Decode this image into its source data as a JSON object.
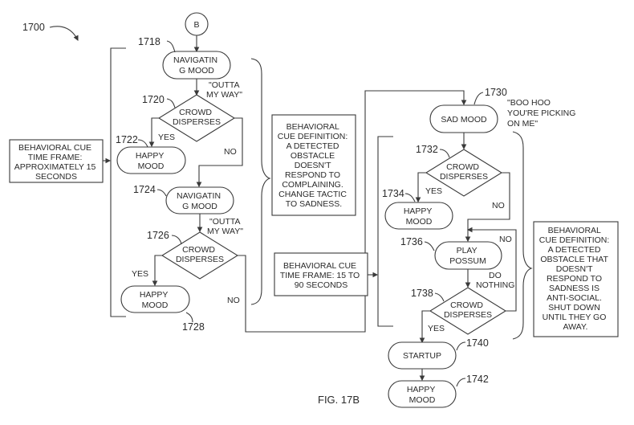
{
  "figure": {
    "label": "FIG. 17B",
    "ref_number": "1700"
  },
  "connector": {
    "label": "B"
  },
  "nodes": {
    "n1718": {
      "ref": "1718",
      "lines": [
        "NAVIGATIN",
        "G MOOD"
      ]
    },
    "n1720": {
      "ref": "1720",
      "lines": [
        "CROWD",
        "DISPERSES"
      ],
      "quote": [
        "\"OUTTA",
        "MY WAY\""
      ]
    },
    "n1722": {
      "ref": "1722",
      "lines": [
        "HAPPY",
        "MOOD"
      ]
    },
    "n1724": {
      "ref": "1724",
      "lines": [
        "NAVIGATIN",
        "G MOOD"
      ]
    },
    "n1726": {
      "ref": "1726",
      "lines": [
        "CROWD",
        "DISPERSES"
      ],
      "quote": [
        "\"OUTTA",
        "MY WAY\""
      ]
    },
    "n1728": {
      "ref": "1728",
      "lines": [
        "HAPPY",
        "MOOD"
      ]
    },
    "n1730": {
      "ref": "1730",
      "lines": [
        "SAD MOOD"
      ],
      "quote": [
        "\"BOO HOO",
        "YOU'RE PICKING",
        "ON ME\""
      ]
    },
    "n1732": {
      "ref": "1732",
      "lines": [
        "CROWD",
        "DISPERSES"
      ]
    },
    "n1734": {
      "ref": "1734",
      "lines": [
        "HAPPY",
        "MOOD"
      ]
    },
    "n1736": {
      "ref": "1736",
      "lines": [
        "PLAY",
        "POSSUM"
      ]
    },
    "n1738": {
      "ref": "1738",
      "lines": [
        "CROWD",
        "DISPERSES"
      ]
    },
    "n1740": {
      "ref": "1740",
      "lines": [
        "STARTUP"
      ]
    },
    "n1742": {
      "ref": "1742",
      "lines": [
        "HAPPY",
        "MOOD"
      ]
    }
  },
  "edge_labels": {
    "yes": "YES",
    "no": "NO",
    "do_nothing": [
      "DO",
      "NOTHING"
    ]
  },
  "notes": {
    "timeframe_1": [
      "BEHAVIORAL CUE",
      "TIME FRAME:",
      "APPROXIMATELY 15",
      "SECONDS"
    ],
    "definition_1": [
      "BEHAVIORAL",
      "CUE DEFINITION:",
      "A DETECTED",
      "OBSTACLE",
      "DOESN'T",
      "RESPOND TO",
      "COMPLAINING.",
      "CHANGE TACTIC",
      "TO SADNESS."
    ],
    "timeframe_2": [
      "BEHAVIORAL CUE",
      "TIME FRAME: 15 TO",
      "90 SECONDS"
    ],
    "definition_2": [
      "BEHAVIORAL",
      "CUE DEFINITION:",
      "A DETECTED",
      "OBSTACLE THAT",
      "DOESN'T",
      "RESPOND TO",
      "SADNESS IS",
      "ANTI-SOCIAL.",
      "SHUT DOWN",
      "UNTIL THEY GO",
      "AWAY."
    ]
  }
}
